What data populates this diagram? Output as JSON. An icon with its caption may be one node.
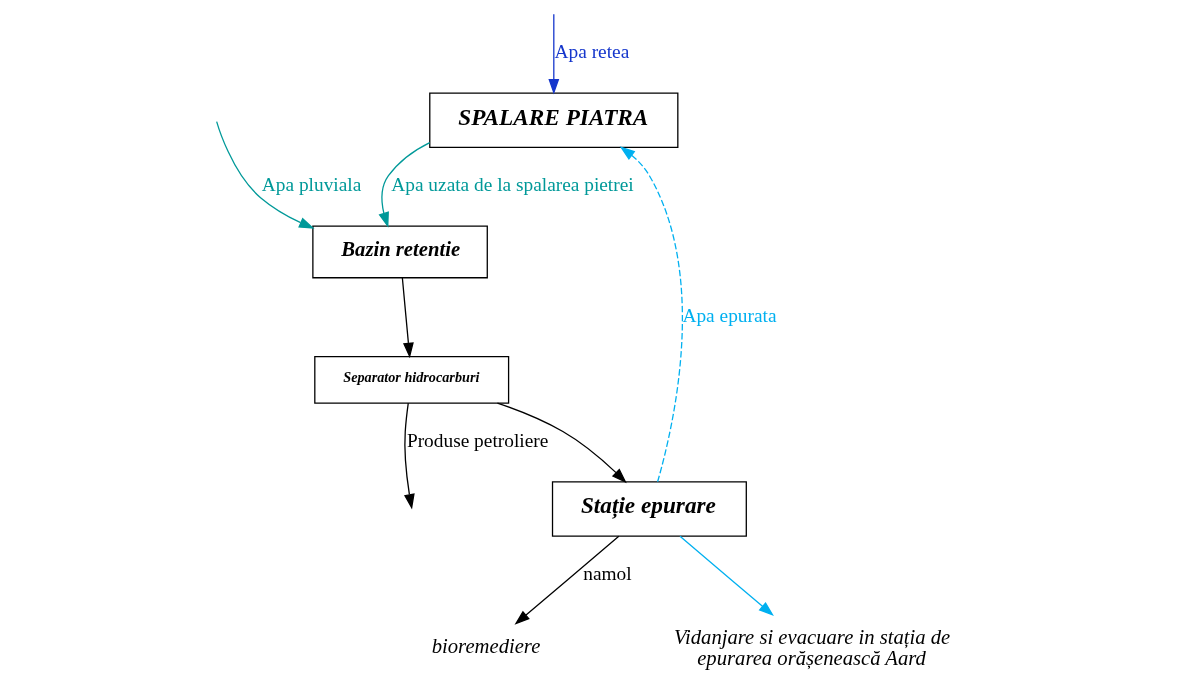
{
  "diagram": {
    "nodes": [
      {
        "text": [
          "SPALARE PIATRA"
        ]
      },
      {
        "text": [
          "Bazin retentie"
        ]
      },
      {
        "text": [
          "Separator hidrocarburi"
        ]
      },
      {
        "text": [
          "Stație epurare"
        ]
      },
      {
        "text": [
          "bioremediere"
        ]
      },
      {
        "text": [
          "Vidanjare si evacuare in stația de epurarea orășenească Aard"
        ]
      }
    ],
    "edges": [
      {
        "from": null,
        "to": 0,
        "arrow": "to",
        "label": "Apa retea",
        "color": "#1536cc"
      },
      {
        "from": 0,
        "to": 1,
        "arrow": "to",
        "label": "Apa uzata de la spalarea pietrei",
        "color": "#009999"
      },
      {
        "from": null,
        "to": 1,
        "arrow": "to",
        "label": "Apa pluviala",
        "color": "#009999"
      },
      {
        "from": 1,
        "to": 2,
        "arrow": "to"
      },
      {
        "from": 2,
        "to": null,
        "arrow": "to",
        "label": "Produse petroliere"
      },
      {
        "from": 2,
        "to": 3,
        "arrow": "to"
      },
      {
        "from": 3,
        "to": 4,
        "arrow": "to",
        "label": "namol"
      },
      {
        "from": 3,
        "to": 5,
        "arrow": "to",
        "color": "#00b0f0"
      },
      {
        "from": 3,
        "to": 0,
        "arrow": "to",
        "label": "Apa epurata",
        "style": "dashed",
        "color": "#00b0f0"
      }
    ]
  }
}
